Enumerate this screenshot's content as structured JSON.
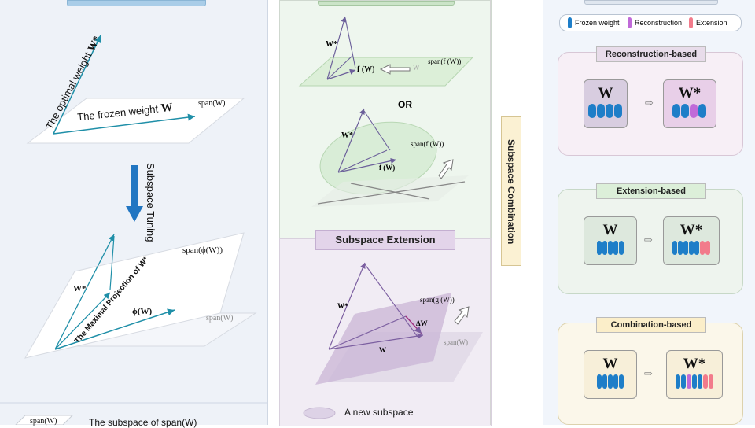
{
  "left": {
    "optimal_label": "The optimal weight",
    "optimal_sym": "W*",
    "frozen_label": "The frozen weight",
    "frozen_sym": "W",
    "span_w": "span(W)",
    "arrow_text": "Subspace Tuning",
    "span_phi": "span(ϕ(W))",
    "w_star": "W*",
    "max_proj": "The Maximal Projection of W*",
    "phi_w": "ϕ(W)",
    "span_w2": "span(W)",
    "legend_span": "span(W)",
    "legend_text": "The subspace of span(W)"
  },
  "middle": {
    "w_star_top": "W*",
    "f_w_top": "f (W)",
    "w_top": "W",
    "span_f_top": "span(f (W))",
    "or_text": "OR",
    "w_star_mid": "W*",
    "span_f_mid": "span(f (W))",
    "f_w_mid": "f (W)",
    "extension_title": "Subspace Extension",
    "w_star_bot": "W*",
    "span_g": "span(g (W))",
    "delta_w": "ΔW",
    "w_bot": "W",
    "span_w_bot": "span(W)",
    "legend_new": "A new subspace",
    "combination_title": "Subspace Combination"
  },
  "right": {
    "legend": [
      "Frozen weight",
      "Reconstruction",
      "Extension"
    ],
    "cards": [
      {
        "title": "Reconstruction-based",
        "w": "W",
        "wstar": "W*"
      },
      {
        "title": "Extension-based",
        "w": "W",
        "wstar": "W*"
      },
      {
        "title": "Combination-based",
        "w": "W",
        "wstar": "W*"
      }
    ]
  },
  "colors": {
    "frozen": "#1e7ec8",
    "reconstruction": "#c06ad8",
    "extension": "#f27b8b",
    "teal_arrow": "#1f8fa8"
  }
}
